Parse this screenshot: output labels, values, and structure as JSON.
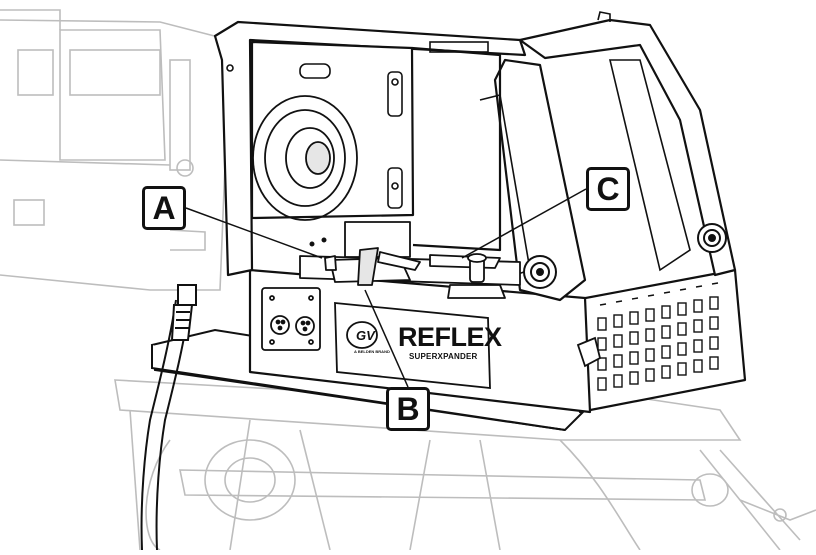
{
  "callouts": {
    "a": "A",
    "b": "B",
    "c": "C"
  },
  "device": {
    "brand": "REFLEX",
    "model": "SUPERXPANDER",
    "logo_text": "GV",
    "maker_text": "A BELDEN BRAND"
  },
  "colors": {
    "line": "#111111",
    "ghost": "#bdbdbd",
    "paper": "#ffffff"
  }
}
